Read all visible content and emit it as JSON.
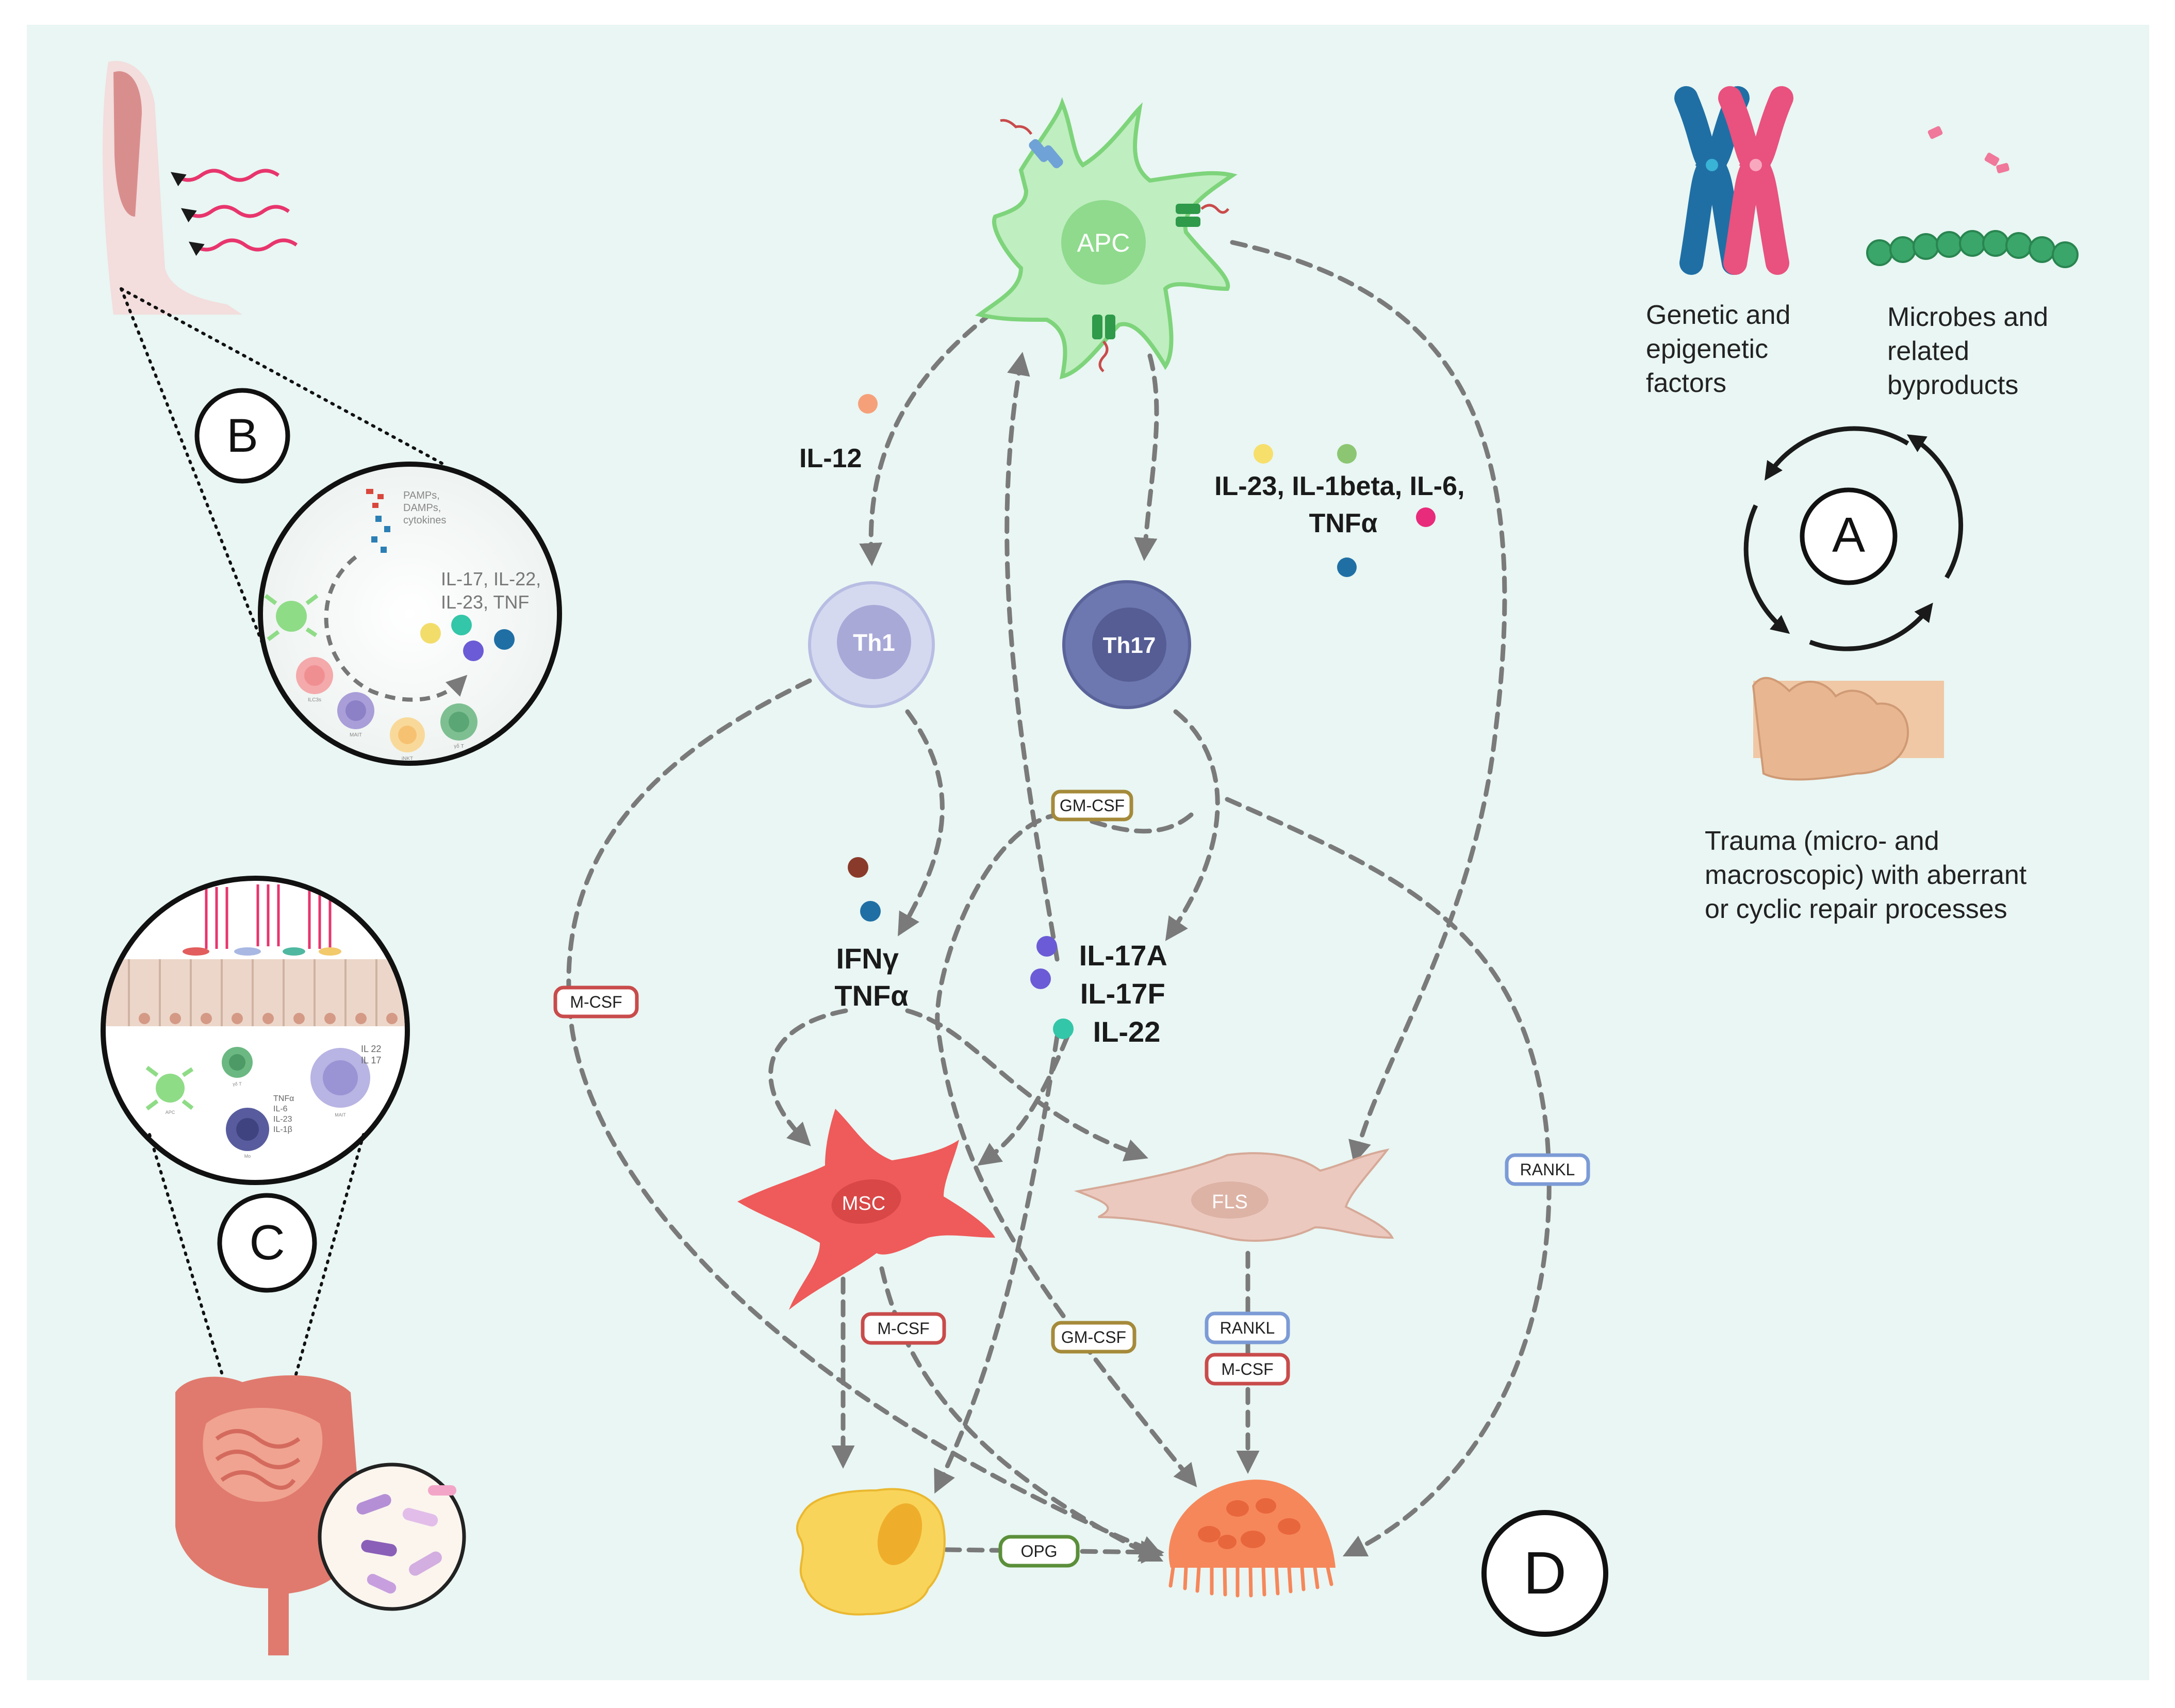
{
  "panels": {
    "a": "A",
    "b": "B",
    "c": "C",
    "d": "D"
  },
  "right_factors": {
    "genetic": [
      "Genetic and",
      "epigenetic",
      "factors"
    ],
    "microbes": [
      "Microbes and",
      "related",
      "byproducts"
    ],
    "trauma": [
      "Trauma (micro- and",
      "macroscopic) with aberrant",
      "or cyclic repair processes"
    ]
  },
  "inset_b": {
    "signals": [
      "PAMPs,",
      "DAMPs,",
      "cytokines"
    ],
    "cytokines": [
      "IL-17, IL-22,",
      "IL-23, TNF"
    ],
    "cell_labels": [
      "ILC3s",
      "MAIT",
      "iNKT",
      "γδ T"
    ]
  },
  "inset_c": {
    "cytokines_right": [
      "IL 22",
      "IL 17"
    ],
    "cytokines_mid": [
      "TNFα",
      "IL-6",
      "IL-23",
      "IL-1β"
    ],
    "cell_labels": [
      "APC",
      "γδ T",
      "Mo",
      "MAIT"
    ]
  },
  "cells": {
    "apc": "APC",
    "th1": "Th1",
    "th17": "Th17",
    "msc": "MSC",
    "fls": "FLS"
  },
  "cytokines": {
    "il12": "IL-12",
    "apc_out": [
      "IL-23, IL-1beta, IL-6,",
      "TNFα"
    ],
    "th1_out": [
      "IFNγ",
      "TNFα"
    ],
    "th17_out": [
      "IL-17A",
      "IL-17F",
      "IL-22"
    ]
  },
  "tags": {
    "gmcsf_top": "GM-CSF",
    "mcsf_left": "M-CSF",
    "rankl_right": "RANKL",
    "mcsf_msc": "M-CSF",
    "gmcsf_bottom": "GM-CSF",
    "rankl_fls": "RANKL",
    "mcsf_fls": "M-CSF",
    "opg": "OPG"
  },
  "colors": {
    "background": "#e9f6f3",
    "mcsf": "#c94b4b",
    "gmcsf": "#a58a3a",
    "rankl": "#7c9bd6",
    "opg": "#5b8f3a",
    "apc": "#7ed47b",
    "th1": "#c9cde9",
    "th17": "#6e78b0",
    "msc": "#ee5a5a",
    "fls": "#ecc9bf",
    "osteoblast": "#f8cd4b",
    "osteoclast": "#f6875a"
  },
  "icons": {
    "genetic": "chromosome-icon",
    "microbes": "bacteria-chain-icon",
    "trauma": "fist-icon",
    "skin": "skin-uv-icon",
    "gut": "intestine-icon"
  }
}
